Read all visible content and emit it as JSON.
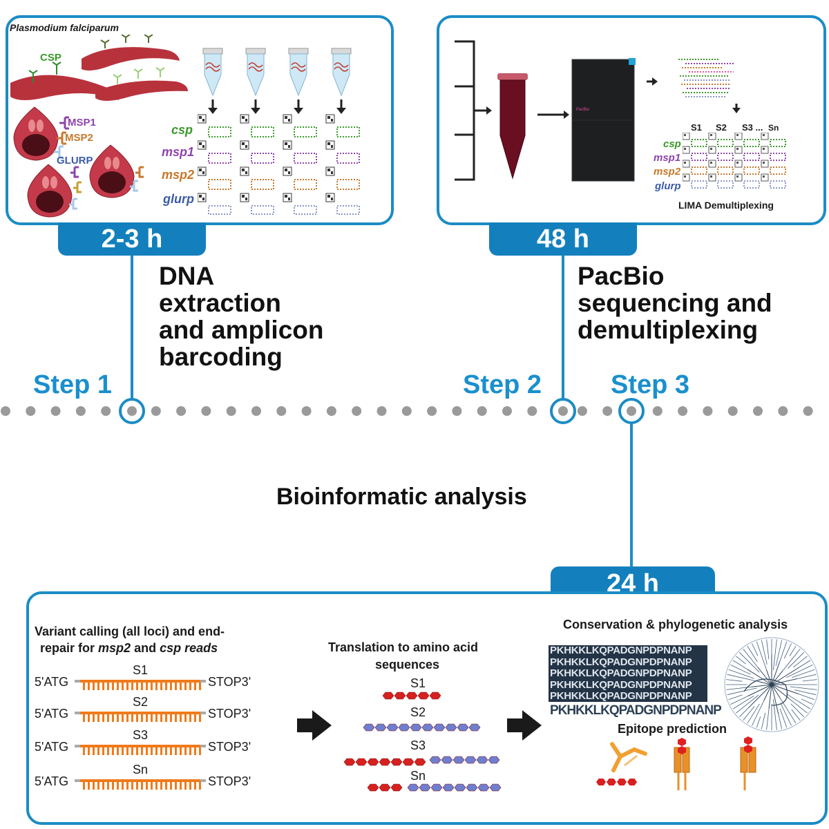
{
  "step1": {
    "organism": "Plasmodium falciparum",
    "antigens": [
      "CSP",
      "MSP1",
      "MSP2",
      "GLURP"
    ],
    "genes": [
      "csp",
      "msp1",
      "msp2",
      "glurp"
    ],
    "duration": "2-3 h",
    "label": "Step 1",
    "title_lines": [
      "DNA",
      "extraction",
      "and amplicon",
      "barcoding"
    ]
  },
  "step2": {
    "sequencer_logo": "PacBio",
    "samples": [
      "S1",
      "S2",
      "S3 ...",
      "Sn"
    ],
    "genes": [
      "csp",
      "msp1",
      "msp2",
      "glurp"
    ],
    "demux_label": "LIMA Demultiplexing",
    "duration": "48 h",
    "label": "Step 2",
    "title_lines": [
      "PacBio",
      "sequencing and",
      "demultiplexing"
    ]
  },
  "step3": {
    "label": "Step 3",
    "title": "Bioinformatic analysis",
    "duration": "24 h",
    "variant_title_1": "Variant calling (all loci) and end-",
    "variant_title_2a": "repair for ",
    "variant_title_2b": "msp2",
    "variant_title_2c": " and ",
    "variant_title_2d": "csp reads",
    "reads": [
      {
        "sample": "S1",
        "left": "5'ATG",
        "right": "STOP3'"
      },
      {
        "sample": "S2",
        "left": "5'ATG",
        "right": "STOP3'"
      },
      {
        "sample": "S3",
        "left": "5'ATG",
        "right": "STOP3'"
      },
      {
        "sample": "Sn",
        "left": "5'ATG",
        "right": "STOP3'"
      }
    ],
    "translation_title_1": "Translation to amino acid",
    "translation_title_2": "sequences",
    "translation_samples": [
      "S1",
      "S2",
      "S3",
      "Sn"
    ],
    "conservation_title": "Conservation & phylogenetic analysis",
    "alignment_row": "PKHKKLKQPADGNPDPNANP",
    "consensus": "PKHKKLKQPADGNPDPNANP",
    "epitope_title": "Epitope prediction"
  },
  "colors": {
    "accent": "#1c8cc4",
    "tab": "#1380bd",
    "csp": "#3a9a2a",
    "msp1": "#8e44ad",
    "msp2": "#c8782a",
    "glurp": "#3b5ba8",
    "read": "#f07a1a",
    "hex_red": "#d82020",
    "hex_blue": "#6f7fd0"
  }
}
